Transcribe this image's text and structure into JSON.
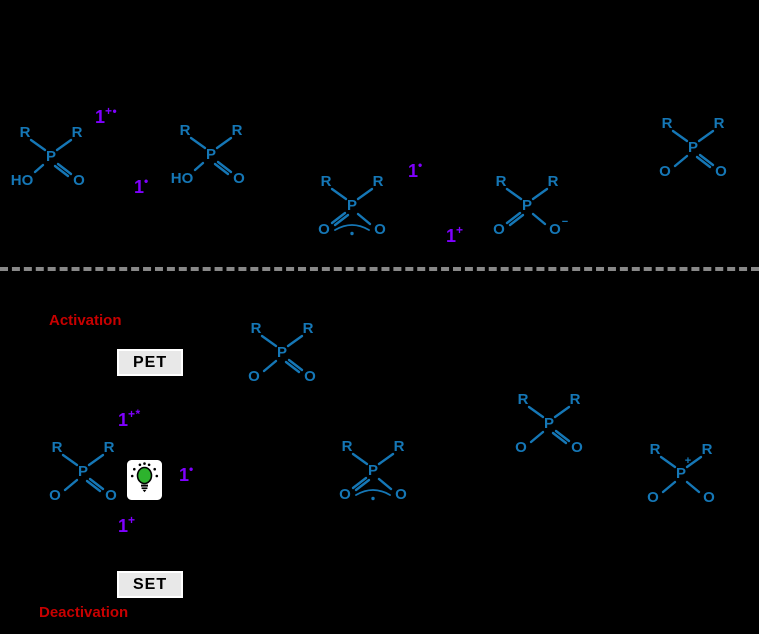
{
  "figure": {
    "description": "Photochemical activation/deactivation scheme of phosphinic acid species with catalyst 1",
    "background_color": "#000000",
    "divider_color": "#888888",
    "structure_color": "#1577b6",
    "species_label_color": "#7f00ff",
    "phase_label_color": "#c80000",
    "box_fill_color": "#e8e8e8",
    "bulb_green": "#2db32d"
  },
  "atoms": {
    "r": "R",
    "p": "P",
    "o": "O",
    "ho": "HO",
    "minus_charge": "−",
    "plus_charge": "+"
  },
  "species_labels": {
    "radical_cation": {
      "base": "1",
      "sup": "+•"
    },
    "radical": {
      "base": "1",
      "sup": "•"
    },
    "cation": {
      "base": "1",
      "sup": "+"
    },
    "excited_cation": {
      "base": "1",
      "sup": "+*"
    }
  },
  "sections": {
    "activation_label": "Activation",
    "deactivation_label": "Deactivation",
    "pet_label": "PET",
    "set_label": "SET"
  },
  "molecules": [
    {
      "id": "A",
      "depicts": "R2P(=O)OH phosphinic acid",
      "position": "top-left"
    },
    {
      "id": "B",
      "depicts": "R2P(=O)OH phosphinic acid",
      "position": "top-center-left"
    },
    {
      "id": "C",
      "depicts": "R2PO2 delocalized radical (arc + dot)",
      "position": "top-center"
    },
    {
      "id": "D",
      "depicts": "R2P(=O)O− phosphinate anion",
      "position": "top-center-right"
    },
    {
      "id": "E",
      "depicts": "R2P(=O)O phosphinoyloxy",
      "position": "top-right"
    },
    {
      "id": "F",
      "depicts": "R2P(=O)O phosphinoyloxy",
      "position": "below-PET"
    },
    {
      "id": "G",
      "depicts": "R2P(=O)O phosphinoyloxy",
      "position": "left-of-lightbulb"
    },
    {
      "id": "H",
      "depicts": "R2PO2 delocalized radical (arc + dot)",
      "position": "bottom-center"
    },
    {
      "id": "I",
      "depicts": "R2P(=O)O phosphinoyloxy",
      "position": "bottom-right-upper"
    },
    {
      "id": "J",
      "depicts": "R2P+(O)(O) phosphonium cation",
      "position": "bottom-right-lower"
    }
  ],
  "icons": {
    "lightbulb": "green-lightbulb-with-rays"
  }
}
